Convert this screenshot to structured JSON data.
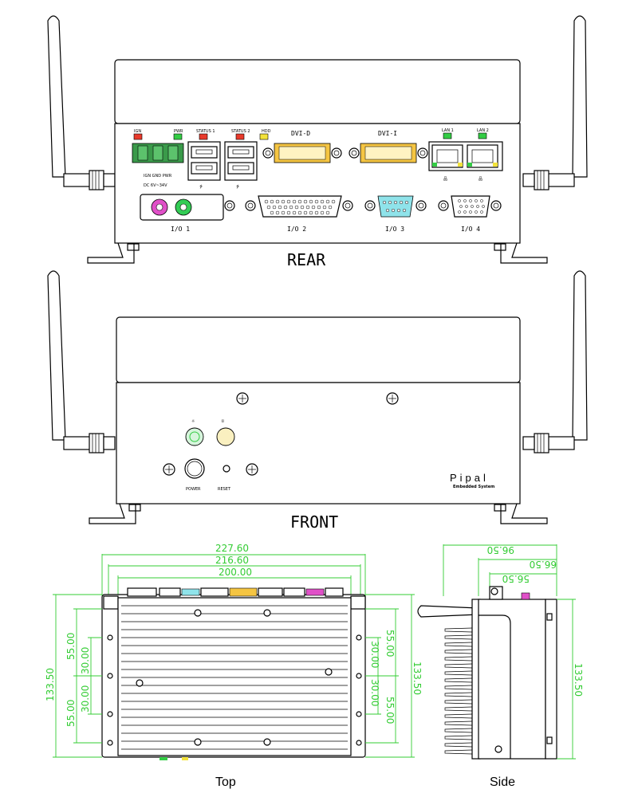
{
  "views": {
    "rear": "REAR",
    "front": "FRONT",
    "top": "Top",
    "side": "Side"
  },
  "rear_labels": {
    "ign": "IGN",
    "pwr": "PWR",
    "status1": "STATUS 1",
    "status2": "STATUS 2",
    "hdd": "HDD",
    "dvi_d": "DVI-D",
    "dvi_i": "DVI-I",
    "lan1": "LAN 1",
    "lan2": "LAN 2",
    "terminal": "IGN GND PWR",
    "voltage": "DC 6V~34V",
    "io1": "I/O 1",
    "io2": "I/O 2",
    "io3": "I/O 3",
    "io4": "I/O 4"
  },
  "front_labels": {
    "power": "POWER",
    "reset": "RESET",
    "brand": "Pipal",
    "brand_sub": "Embedded System"
  },
  "dimensions": {
    "top_w1": "227.60",
    "top_w2": "216.60",
    "top_w3": "200.00",
    "top_h": "133.50",
    "seg_55": "55.00",
    "seg_30": "30.00",
    "side_w1": "96.50",
    "side_w2": "66.50",
    "side_w3": "56.50",
    "side_h": "133.50"
  },
  "colors": {
    "led_red": "#e83a2b",
    "led_green": "#33cc44",
    "led_yellow": "#f2e23a",
    "terminal_green": "#3a9a4a",
    "dvi_yellow": "#f5c542",
    "com_cyan": "#8fe3ea",
    "audio_pink": "#e050c8",
    "audio_green": "#33cc55",
    "dimension_green": "#33cc33"
  }
}
